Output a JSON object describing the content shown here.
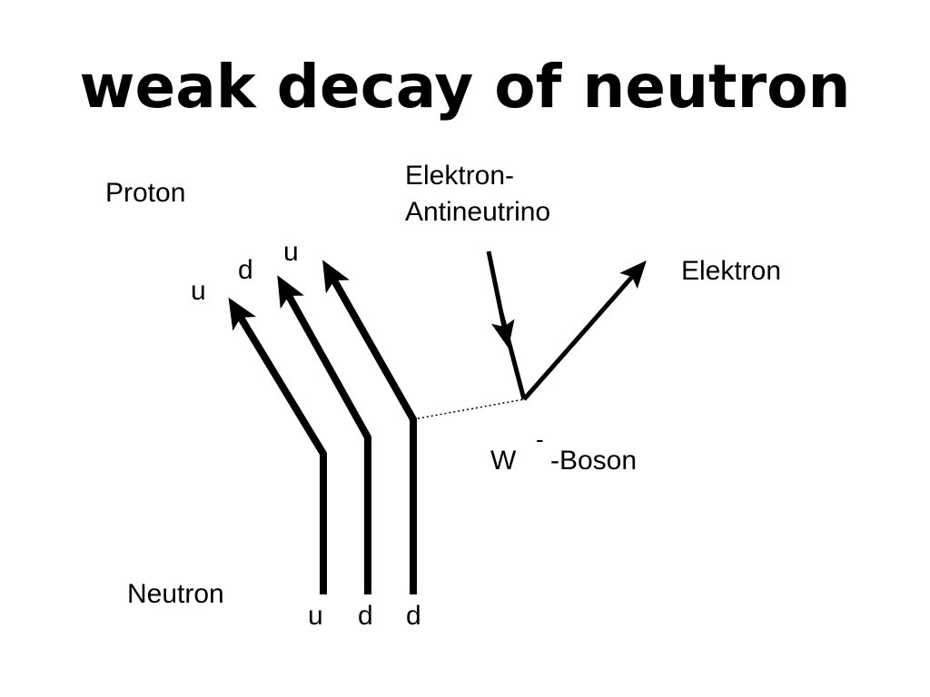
{
  "title": "weak decay of neutron",
  "labels": {
    "proton": "Proton",
    "neutron": "Neutron",
    "antineutrino_line1": "Elektron-",
    "antineutrino_line2": "Antineutrino",
    "electron": "Elektron",
    "boson_w": "W",
    "boson_charge": "-",
    "boson_rest": "-Boson"
  },
  "proton_quarks": [
    "u",
    "d",
    "u"
  ],
  "neutron_quarks": [
    "u",
    "d",
    "d"
  ],
  "colors": {
    "ink": "#000000",
    "background": "#ffffff"
  }
}
